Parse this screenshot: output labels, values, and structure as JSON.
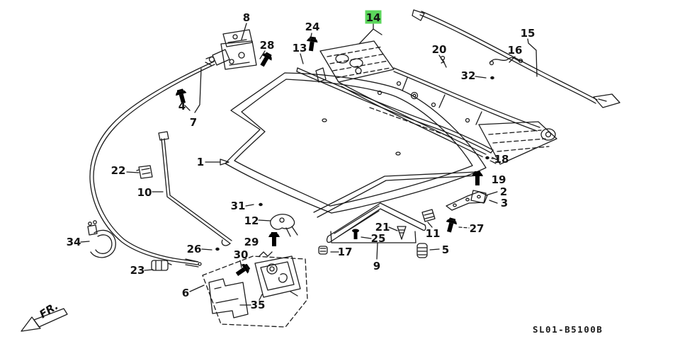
{
  "diagram": {
    "code": "SL01-B5100B",
    "direction_label": "FR.",
    "highlighted_part": "14",
    "highlight_color": "#5cd65c",
    "highlight_text_color": "#0a6b0a",
    "line_color": "#1c1c1c",
    "background_color": "#ffffff"
  },
  "part_labels": [
    {
      "text": "1"
    },
    {
      "text": "2"
    },
    {
      "text": "3"
    },
    {
      "text": "4"
    },
    {
      "text": "5"
    },
    {
      "text": "6"
    },
    {
      "text": "7"
    },
    {
      "text": "8"
    },
    {
      "text": "9"
    },
    {
      "text": "10"
    },
    {
      "text": "11"
    },
    {
      "text": "12"
    },
    {
      "text": "13"
    },
    {
      "text": "14",
      "highlighted": true
    },
    {
      "text": "15"
    },
    {
      "text": "16"
    },
    {
      "text": "17"
    },
    {
      "text": "18"
    },
    {
      "text": "19"
    },
    {
      "text": "20"
    },
    {
      "text": "21"
    },
    {
      "text": "22"
    },
    {
      "text": "23"
    },
    {
      "text": "24"
    },
    {
      "text": "25"
    },
    {
      "text": "26"
    },
    {
      "text": "27"
    },
    {
      "text": "28"
    },
    {
      "text": "29"
    },
    {
      "text": "30"
    },
    {
      "text": "31"
    },
    {
      "text": "32"
    },
    {
      "text": "34"
    },
    {
      "text": "35"
    }
  ]
}
